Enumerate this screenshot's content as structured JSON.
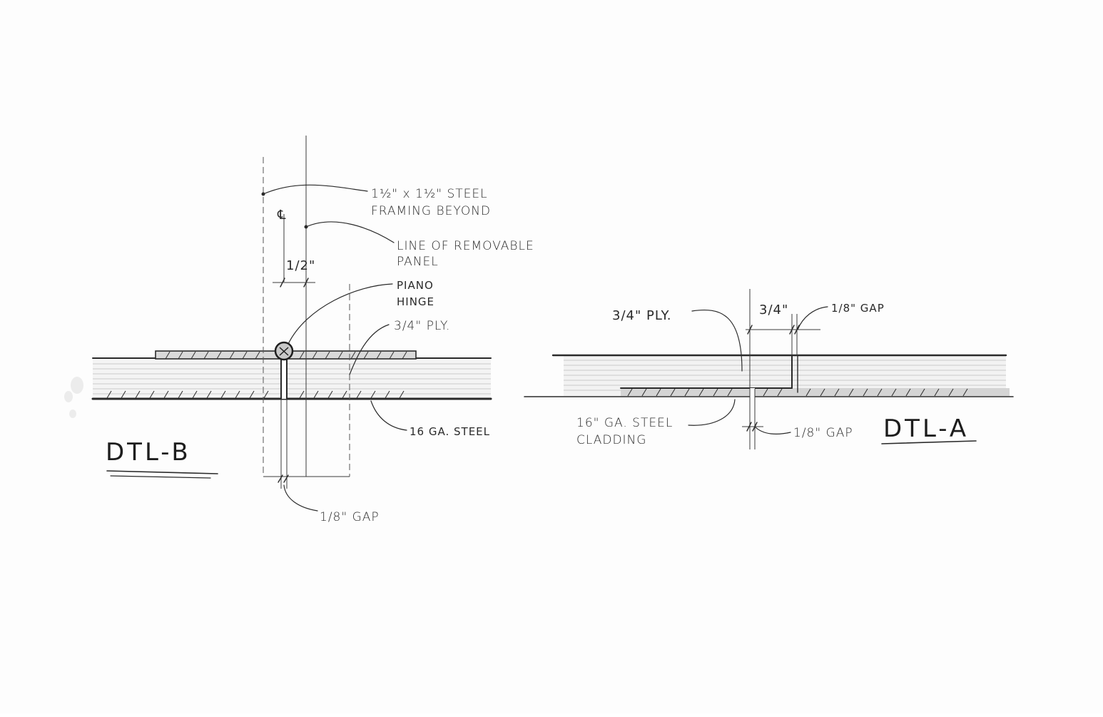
{
  "detail_b": {
    "title": "DTL-B",
    "centerline_symbol": "℄",
    "dimension_half": "1/2\"",
    "notes": {
      "framing_line1": "1½\" x 1½\" STEEL",
      "framing_line2": "FRAMING BEYOND",
      "panel_line1": "LINE OF REMOVABLE",
      "panel_line2": "PANEL",
      "hinge_line1": "PIANO",
      "hinge_line2": "HINGE",
      "ply": "3/4\" PLY.",
      "steel": "16 GA. STEEL",
      "gap": "1/8\" GAP"
    }
  },
  "detail_a": {
    "title": "DTL-A",
    "dimension_three_quarter": "3/4\"",
    "notes": {
      "ply": "3/4\" PLY.",
      "gap_top": "1/8\" GAP",
      "cladding_line1": "16\" GA. STEEL",
      "cladding_line2": "CLADDING",
      "gap_bottom": "1/8\" GAP"
    }
  }
}
